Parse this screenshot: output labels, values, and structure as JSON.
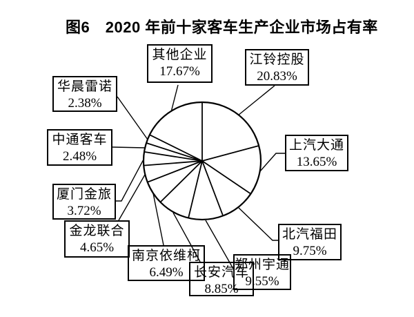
{
  "title": "图6　2020 年前十家客车生产企业市场占有率",
  "chart_data": {
    "type": "pie",
    "title": "图6　2020 年前十家客车生产企业市场占有率",
    "start_angle_deg": 0,
    "direction": "clockwise",
    "unit": "%",
    "legend_position": "none",
    "fill": "none",
    "stroke_color": "#000000",
    "slices": [
      {
        "label": "江铃控股",
        "value": 20.83,
        "pct_label": "20.83%"
      },
      {
        "label": "上汽大通",
        "value": 13.65,
        "pct_label": "13.65%"
      },
      {
        "label": "北汽福田",
        "value": 9.75,
        "pct_label": "9.75%"
      },
      {
        "label": "郑州宇通",
        "value": 9.55,
        "pct_label": "9.55%"
      },
      {
        "label": "长安汽车",
        "value": 8.85,
        "pct_label": "8.85%"
      },
      {
        "label": "南京依维柯",
        "value": 6.49,
        "pct_label": "6.49%"
      },
      {
        "label": "金龙联合",
        "value": 4.65,
        "pct_label": "4.65%"
      },
      {
        "label": "厦门金旅",
        "value": 3.72,
        "pct_label": "3.72%"
      },
      {
        "label": "中通客车",
        "value": 2.48,
        "pct_label": "2.48%"
      },
      {
        "label": "华晨雷诺",
        "value": 2.38,
        "pct_label": "2.38%"
      },
      {
        "label": "其他企业",
        "value": 17.67,
        "pct_label": "17.67%"
      }
    ]
  }
}
